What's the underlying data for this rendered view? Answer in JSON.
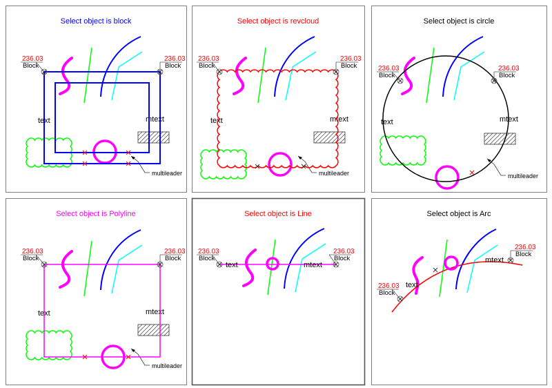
{
  "panels": [
    {
      "title": "Select object is block",
      "title_color": "#0000ff",
      "kind": "block"
    },
    {
      "title": "Select object is revcloud",
      "title_color": "#ff0000",
      "kind": "revcloud"
    },
    {
      "title": "Select object is circle",
      "title_color": "#000000",
      "kind": "circle"
    },
    {
      "title": "Select object is Polyline",
      "title_color": "#ff00ff",
      "kind": "polyline"
    },
    {
      "title": "Select object is Line",
      "title_color": "#ff0000",
      "kind": "line"
    },
    {
      "title": "Select object is Arc",
      "title_color": "#000000",
      "kind": "arc"
    }
  ],
  "labels": {
    "dimension": "236.03",
    "block": "Block",
    "text": "text",
    "mtext": "mtext",
    "multileader": "multileader"
  },
  "colors": {
    "magenta": "#ff00ff",
    "green": "#00ff00",
    "blue": "#0000ff",
    "cyan": "#00ffff",
    "red": "#ff0000",
    "black": "#000000",
    "border": "#808080"
  }
}
